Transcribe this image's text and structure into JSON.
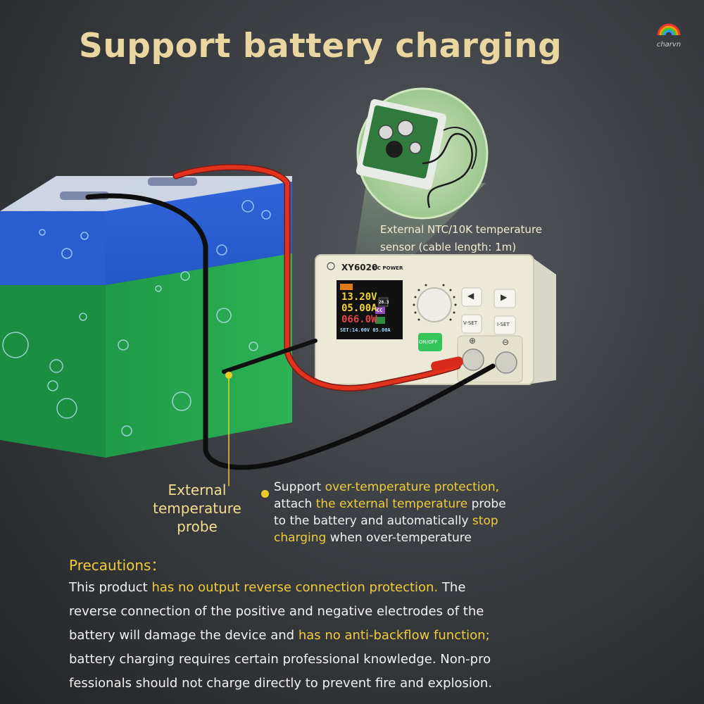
{
  "title": "Support battery charging",
  "logo": {
    "text": "charvn"
  },
  "device": {
    "model": "XY6020",
    "subtitle": "DC POWER",
    "display": {
      "voltage": "13.20V",
      "current": "05.00A",
      "power": "066.0W",
      "set_line": "SET:14.00V 05.00A",
      "temp": "26.3",
      "mode": "CC"
    },
    "buttons": {
      "left": "◀",
      "right": "▶",
      "vset": "V-SET",
      "iset": "I-SET",
      "onoff": "ON/OFF"
    },
    "terminal_plus": "⊕",
    "terminal_minus": "⊖"
  },
  "sensor_label": {
    "line1": "External NTC/10K temperature",
    "line2": "sensor (cable length: 1m)"
  },
  "probe_label": [
    "External",
    "temperature",
    "probe"
  ],
  "otp": {
    "l1a": "Support ",
    "l1b": "over-temperature protection,",
    "l2a": "attach ",
    "l2b": "the external temperature",
    "l2c": " probe",
    "l3a": "to the battery and automatically ",
    "l3b": "stop",
    "l4a": "charging",
    "l4b": " when over-temperature"
  },
  "precautions": {
    "title": "Precautions：",
    "l1a": "This product ",
    "l1b": "has no output reverse connection protection.",
    "l1c": " The",
    "l2": "reverse connection of the positive and negative electrodes of the",
    "l3a": "battery will damage the device and ",
    "l3b": "has no anti-backflow function;",
    "l4": "battery charging requires certain professional knowledge. Non-pro",
    "l5": "fessionals should not charge directly to prevent fire and explosion."
  }
}
